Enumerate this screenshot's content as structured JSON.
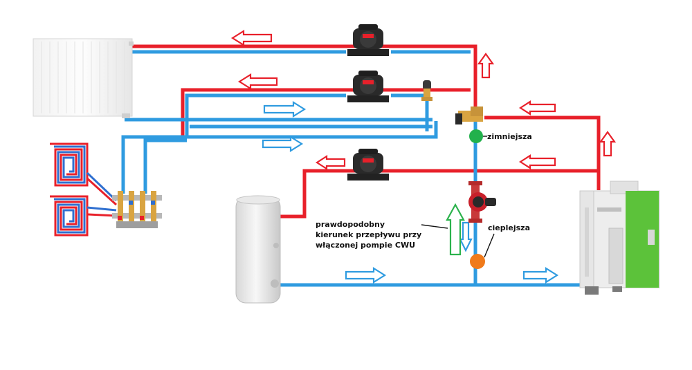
{
  "labels": {
    "colder": "zimniejsza",
    "warmer": "cieplejsza",
    "note_line1": "prawdopodobny",
    "note_line2": "kierunek przepływu przy",
    "note_line3": "włączonej pompie CWU"
  },
  "colors": {
    "hot_pipe": "#e8202a",
    "cold_pipe": "#2f9be0",
    "arrow_green": "#2bb24c",
    "sensor_green": "#22b14c",
    "sensor_orange": "#f07a1a",
    "boiler_green": "#5cc23a"
  },
  "icons": {
    "radiator": "radiator-icon",
    "floor_heating": "floor-heating-loop-icon",
    "manifold": "manifold-icon",
    "boiler": "boiler-icon",
    "tank": "hot-water-tank-icon",
    "pump": "circulation-pump-icon",
    "mixing_valve": "mixing-valve-icon",
    "thermostatic_valve": "thermostatic-valve-icon"
  }
}
